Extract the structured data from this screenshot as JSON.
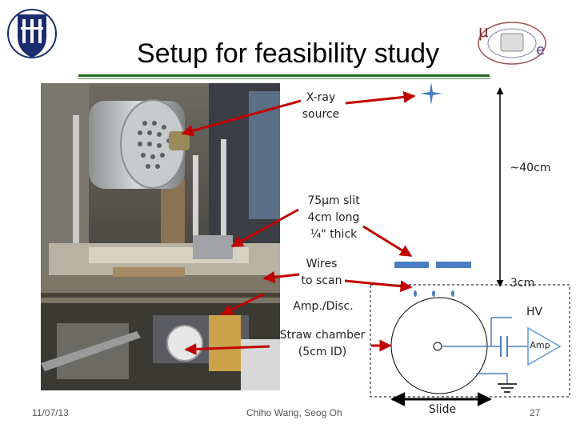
{
  "slide": {
    "title": "Setup for feasibility study",
    "footer_date": "11/07/13",
    "footer_author": "Chiho Wang, Seog Oh",
    "page_number": "27"
  },
  "labels": {
    "xray": [
      "X-ray",
      "source"
    ],
    "distance": "~40cm",
    "slit": [
      "75μm slit",
      "4cm long",
      "¼\" thick"
    ],
    "wires": [
      "Wires",
      "to scan"
    ],
    "gap": "3cm",
    "amp_disc": "Amp./Disc.",
    "hv": "HV",
    "straw": [
      "Straw chamber",
      "(5cm ID)"
    ],
    "amp": "Amp",
    "slide_arrow": "Slide"
  },
  "colors": {
    "title_rule": "#1e6b1e",
    "arrow": "#c00000",
    "diagram_blue": "#4a7fc1",
    "amp_outline": "#5b9bd5"
  }
}
